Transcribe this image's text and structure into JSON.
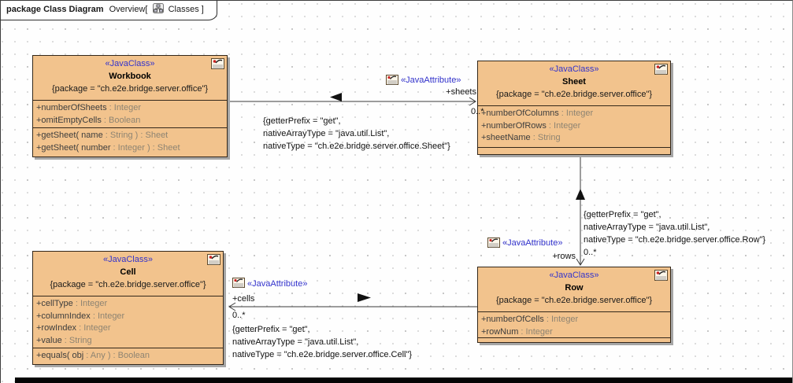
{
  "frame": {
    "tab": {
      "package_label": "package Class Diagram",
      "diagram_name": "Overview[",
      "context_label": "Classes ]"
    }
  },
  "colors": {
    "class_fill": "#f2c38d",
    "class_border": "#33271a",
    "stereotype_text": "#3333cc",
    "member_name_text": "#3d3d3d",
    "member_type_text": "#8e8472",
    "shadow": "#a6a6a6"
  },
  "classes": {
    "workbook": {
      "stereotype": "«JavaClass»",
      "name": "Workbook",
      "package": "{package = \"ch.e2e.bridge.server.office\"}",
      "attributes": [
        {
          "name": "+numberOfSheets",
          "type": " : Integer"
        },
        {
          "name": "+omitEmptyCells",
          "type": " : Boolean"
        }
      ],
      "operations": [
        {
          "name": "+getSheet( name",
          "type": " : String ) : Sheet"
        },
        {
          "name": "+getSheet( number",
          "type": " : Integer ) : Sheet"
        }
      ]
    },
    "sheet": {
      "stereotype": "«JavaClass»",
      "name": "Sheet",
      "package": "{package = \"ch.e2e.bridge.server.office\"}",
      "attributes": [
        {
          "name": "+numberOfColumns",
          "type": " : Integer"
        },
        {
          "name": "+numberOfRows",
          "type": " : Integer"
        },
        {
          "name": "+sheetName",
          "type": " : String"
        }
      ],
      "operations": []
    },
    "row": {
      "stereotype": "«JavaClass»",
      "name": "Row",
      "package": "{package = \"ch.e2e.bridge.server.office\"}",
      "attributes": [
        {
          "name": "+numberOfCells",
          "type": " : Integer"
        },
        {
          "name": "+rowNum",
          "type": " : Integer"
        }
      ],
      "operations": []
    },
    "cell": {
      "stereotype": "«JavaClass»",
      "name": "Cell",
      "package": "{package = \"ch.e2e.bridge.server.office\"}",
      "attributes": [
        {
          "name": "+cellType",
          "type": " : Integer"
        },
        {
          "name": "+columnIndex",
          "type": " : Integer"
        },
        {
          "name": "+rowIndex",
          "type": " : Integer"
        },
        {
          "name": "+value",
          "type": " : String"
        }
      ],
      "operations": [
        {
          "name": "+equals( obj",
          "type": " : Any ) : Boolean"
        }
      ]
    }
  },
  "associations": {
    "sheets": {
      "stereotype": "«JavaAttribute»",
      "role": "+sheets",
      "multiplicity": "0..*",
      "constraint": [
        "{getterPrefix = \"get\",",
        "nativeArrayType = \"java.util.List\",",
        "nativeType = \"ch.e2e.bridge.server.office.Sheet\"}"
      ]
    },
    "rows": {
      "stereotype": "«JavaAttribute»",
      "role": "+rows",
      "multiplicity": "0..*",
      "constraint": [
        "{getterPrefix = \"get\",",
        "nativeArrayType = \"java.util.List\",",
        "nativeType = \"ch.e2e.bridge.server.office.Row\"}"
      ]
    },
    "cells": {
      "stereotype": "«JavaAttribute»",
      "role": "+cells",
      "multiplicity": "0..*",
      "constraint": [
        "{getterPrefix = \"get\",",
        "nativeArrayType = \"java.util.List\",",
        "nativeType = \"ch.e2e.bridge.server.office.Cell\"}"
      ]
    }
  }
}
